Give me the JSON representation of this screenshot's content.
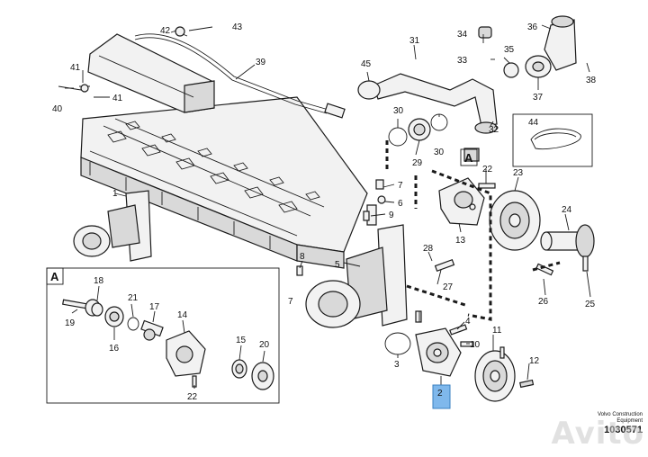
{
  "callouts": [
    {
      "id": "c43",
      "text": "43"
    },
    {
      "id": "c42",
      "text": "42"
    },
    {
      "id": "c39",
      "text": "39"
    },
    {
      "id": "c41a",
      "text": "41"
    },
    {
      "id": "c41b",
      "text": "41"
    },
    {
      "id": "c40",
      "text": "40"
    },
    {
      "id": "c1",
      "text": "1"
    },
    {
      "id": "c45",
      "text": "45"
    },
    {
      "id": "c31",
      "text": "31"
    },
    {
      "id": "c34",
      "text": "34"
    },
    {
      "id": "c33",
      "text": "33"
    },
    {
      "id": "c35",
      "text": "35"
    },
    {
      "id": "c36",
      "text": "36"
    },
    {
      "id": "c37",
      "text": "37"
    },
    {
      "id": "c38",
      "text": "38"
    },
    {
      "id": "c30a",
      "text": "30"
    },
    {
      "id": "c30b",
      "text": "30"
    },
    {
      "id": "c29",
      "text": "29"
    },
    {
      "id": "c32",
      "text": "32"
    },
    {
      "id": "c44",
      "text": "44"
    },
    {
      "id": "c22a",
      "text": "22"
    },
    {
      "id": "c23",
      "text": "23"
    },
    {
      "id": "c7",
      "text": "7"
    },
    {
      "id": "c6",
      "text": "6"
    },
    {
      "id": "c9",
      "text": "9"
    },
    {
      "id": "c13",
      "text": "13"
    },
    {
      "id": "c24",
      "text": "24"
    },
    {
      "id": "c8",
      "text": "8"
    },
    {
      "id": "c5",
      "text": "5"
    },
    {
      "id": "c28",
      "text": "28"
    },
    {
      "id": "c27",
      "text": "27"
    },
    {
      "id": "c26",
      "text": "26"
    },
    {
      "id": "c25",
      "text": "25"
    },
    {
      "id": "c7b",
      "text": "7"
    },
    {
      "id": "c4",
      "text": "4"
    },
    {
      "id": "c10",
      "text": "10"
    },
    {
      "id": "c11",
      "text": "11"
    },
    {
      "id": "c3",
      "text": "3"
    },
    {
      "id": "c12",
      "text": "12"
    },
    {
      "id": "c18",
      "text": "18"
    },
    {
      "id": "c21",
      "text": "21"
    },
    {
      "id": "c17",
      "text": "17"
    },
    {
      "id": "c14",
      "text": "14"
    },
    {
      "id": "c19",
      "text": "19"
    },
    {
      "id": "c16",
      "text": "16"
    },
    {
      "id": "c15",
      "text": "15"
    },
    {
      "id": "c20",
      "text": "20"
    },
    {
      "id": "c22b",
      "text": "22"
    }
  ],
  "detail_box_label": "A",
  "detail_tag_label": "A",
  "highlighted_part": "2",
  "footer": {
    "brand_line1": "Volvo Construction",
    "brand_line2": "Equipment",
    "drawing_number": "1030571"
  },
  "watermark": "Avito",
  "colors": {
    "highlight": "#7fb8ec",
    "line": "#1a1a1a"
  }
}
